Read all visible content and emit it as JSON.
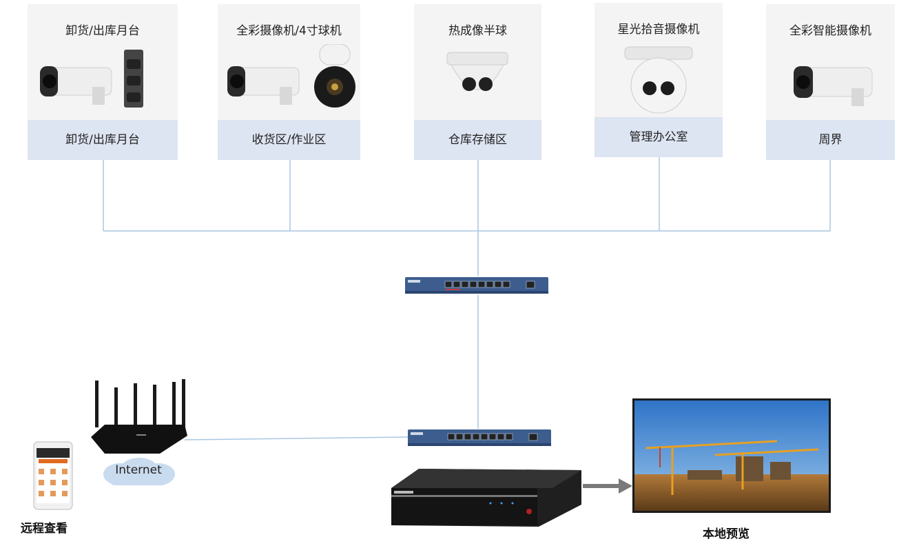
{
  "cameras": [
    {
      "title": "卸货/出库月台",
      "zone": "卸货/出库月台",
      "icon": "bullet-camera-icon"
    },
    {
      "title": "全彩摄像机/4寸球机",
      "zone": "收货区/作业区",
      "icon": "ptz-dome-camera-icon"
    },
    {
      "title": "热成像半球",
      "zone": "仓库存储区",
      "icon": "thermal-dome-camera-icon"
    },
    {
      "title": "星光拾音摄像机",
      "zone": "管理办公室",
      "icon": "turret-camera-icon"
    },
    {
      "title": "全彩智能摄像机",
      "zone": "周界",
      "icon": "bullet-camera-icon"
    }
  ],
  "network": {
    "cloud_label": "Internet",
    "remote_label": "远程查看",
    "local_label": "本地预览"
  },
  "colors": {
    "card_bg": "#f4f4f4",
    "zone_bg": "#dde4f2",
    "wire": "#a9c7e2",
    "switch_body": "#3d5d8e",
    "arrow": "#7a7a7a"
  }
}
